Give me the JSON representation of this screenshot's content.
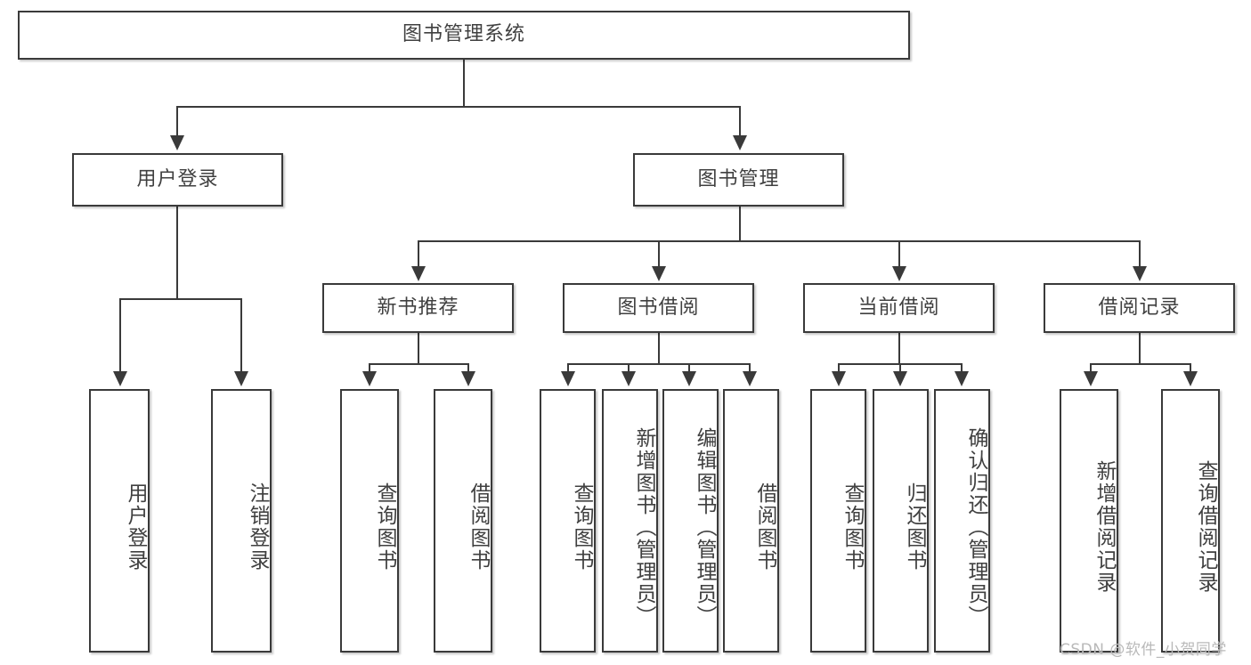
{
  "diagram": {
    "type": "hierarchy-tree",
    "title": "图书管理系统",
    "watermark": "CSDN @软件_小贺同学",
    "colors": {
      "border": "#3a3a3a",
      "text": "#404040",
      "background": "#ffffff",
      "connector": "#3a3a3a",
      "watermark": "#b9b9b9"
    },
    "levels": {
      "root": {
        "label": "图书管理系统"
      },
      "level2": [
        {
          "label": "用户登录"
        },
        {
          "label": "图书管理"
        }
      ],
      "level3": [
        {
          "label": "新书推荐"
        },
        {
          "label": "图书借阅"
        },
        {
          "label": "当前借阅"
        },
        {
          "label": "借阅记录"
        }
      ],
      "level4": [
        {
          "label": "用户登录",
          "parent": "用户登录"
        },
        {
          "label": "注销登录",
          "parent": "用户登录"
        },
        {
          "label": "查询图书",
          "parent": "新书推荐"
        },
        {
          "label": "借阅图书",
          "parent": "新书推荐"
        },
        {
          "label": "查询图书",
          "parent": "图书借阅"
        },
        {
          "label": "新增图书（管理员）",
          "parent": "图书借阅"
        },
        {
          "label": "编辑图书（管理员）",
          "parent": "图书借阅"
        },
        {
          "label": "借阅图书",
          "parent": "图书借阅"
        },
        {
          "label": "查询图书",
          "parent": "当前借阅"
        },
        {
          "label": "归还图书",
          "parent": "当前借阅"
        },
        {
          "label": "确认归还（管理员）",
          "parent": "当前借阅"
        },
        {
          "label": "新增借阅记录",
          "parent": "借阅记录"
        },
        {
          "label": "查询借阅记录",
          "parent": "借阅记录"
        }
      ]
    }
  }
}
